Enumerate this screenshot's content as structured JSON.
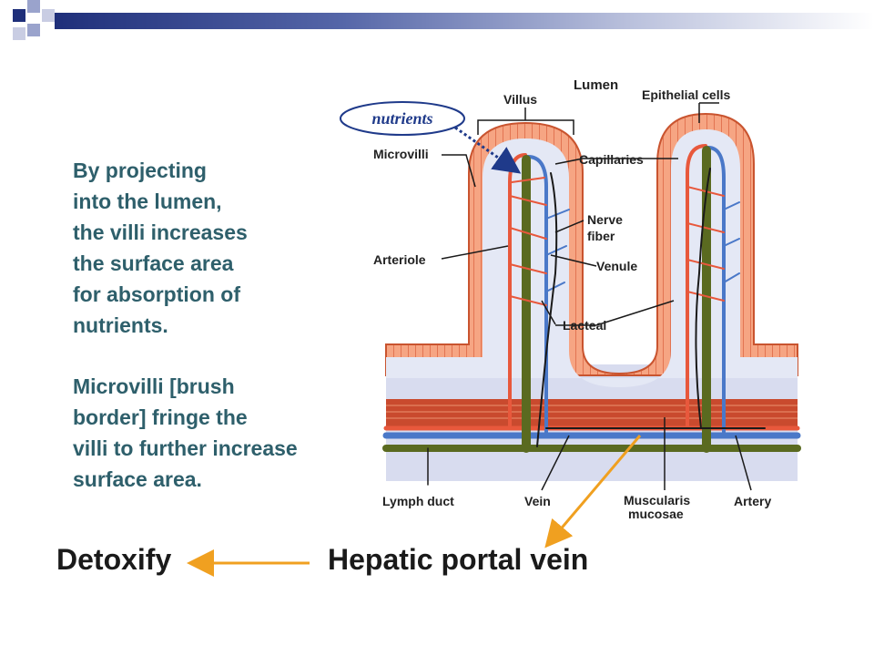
{
  "description": {
    "paragraph_1": [
      "By projecting",
      "into the lumen,",
      "the villi increases",
      "the surface area",
      "for absorption of",
      "nutrients."
    ],
    "paragraph_2": [
      "Microvilli [brush",
      "border] fringe the",
      "villi to further increase",
      "surface area."
    ]
  },
  "diagram": {
    "nutrients": "nutrients",
    "villus": "Villus",
    "lumen": "Lumen",
    "epithelial_cells": "Epithelial cells",
    "microvilli": "Microvilli",
    "capillaries": "Capillaries",
    "nerve_fiber_1": "Nerve",
    "nerve_fiber_2": "fiber",
    "arteriole": "Arteriole",
    "venule": "Venule",
    "lacteal": "Lacteal",
    "lymph_duct": "Lymph duct",
    "vein": "Vein",
    "muscularis_1": "Muscularis",
    "muscularis_2": "mucosae",
    "artery": "Artery"
  },
  "bottom": {
    "detoxify": "Detoxify",
    "hepatic_portal_vein": "Hepatic portal vein"
  },
  "colors": {
    "accent_text": "#2e5f6b",
    "arrow": "#f0a020",
    "epithelium": "#f08a6a",
    "artery": "#e8583c",
    "vein": "#4a78c8",
    "lacteal": "#5a6a20"
  }
}
